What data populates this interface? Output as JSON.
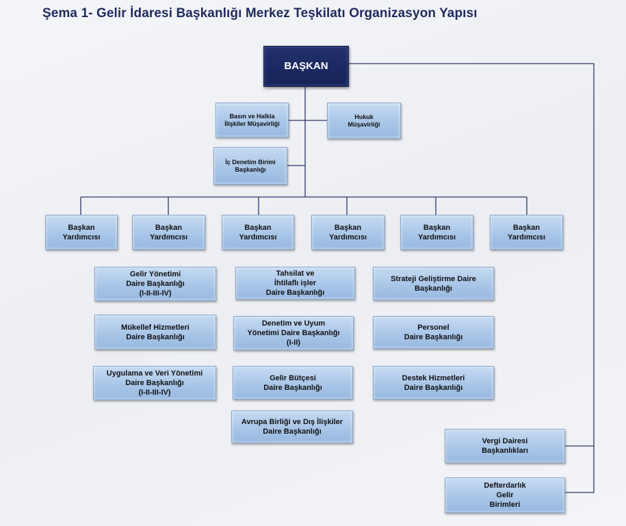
{
  "title": "Şema 1- Gelir İdaresi Başkanlığı Merkez Teşkilatı Organizasyon Yapısı",
  "colors": {
    "top": "#1f2a5e",
    "box": "#a9c6e8",
    "line": "#2c3566"
  },
  "nodes": {
    "baskan": "BAŞKAN",
    "basin": "Basın ve Halkla\nİlişkiler Müşavirliği",
    "hukuk": "Hukuk\nMüşavirliği",
    "ic_denetim": "İç Denetim Birimi\nBaşkanlığı",
    "yardimcilar": [
      "Başkan\nYardımcısı",
      "Başkan\nYardımcısı",
      "Başkan\nYardımcısı",
      "Başkan\nYardımcısı",
      "Başkan\nYardımcısı",
      "Başkan\nYardımcısı"
    ],
    "daireler_sol": [
      "Gelir Yönetimi\nDaire Başkanlığı\n(I-II-III-IV)",
      "Mükellef Hizmetleri\nDaire Başkanlığı",
      "Uygulama ve Veri Yönetimi\nDaire Başkanlığı\n(I-II-III-IV)"
    ],
    "daireler_orta": [
      "Tahsilat ve\nİhtilaflı işler\nDaire Başkanlığı",
      "Denetim ve Uyum\nYönetimi Daire Başkanlığı\n(I-II)",
      "Gelir Bütçesi\nDaire Başkanlığı",
      "Avrupa Birliği ve Dış İlişkiler\nDaire Başkanlığı"
    ],
    "daireler_sag": [
      "Strateji Geliştirme Daire\nBaşkanlığı",
      "Personel\nDaire Başkanlığı",
      "Destek Hizmetleri\nDaire Başkanlığı"
    ],
    "vergi": "Vergi Dairesi\nBaşkanlıkları",
    "defterdarlik": "Defterdarlık\nGelir\nBirimleri"
  }
}
